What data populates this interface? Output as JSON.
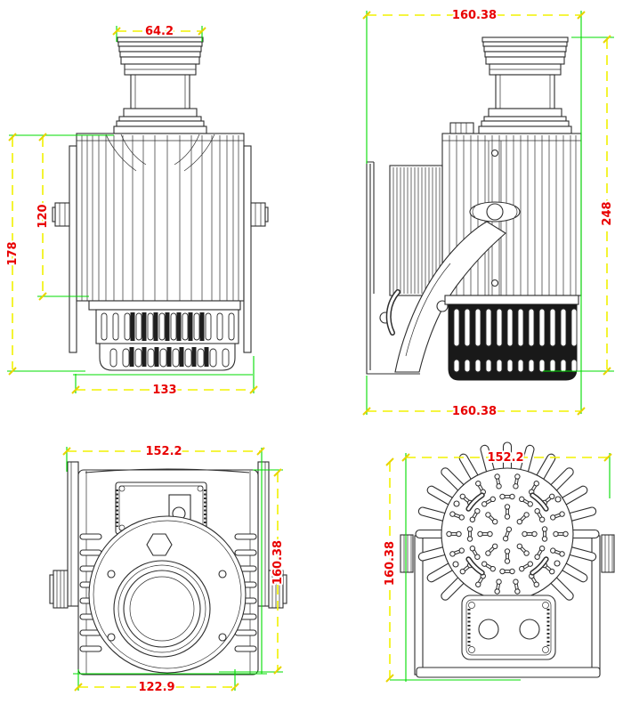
{
  "drawing": {
    "colors": {
      "background": "#ffffff",
      "linework": "#2e2e2e",
      "dimension_text": "#e80000",
      "dimension_line": "#f2f200",
      "extension_line": "#00dd00"
    },
    "views": {
      "front": {
        "lens_width": "64.2",
        "inner_height": "120",
        "overall_height": "178",
        "base_width": "133"
      },
      "side": {
        "top_width": "160.38",
        "overall_height": "248",
        "bottom_width": "160.38"
      },
      "face": {
        "width": "152.2",
        "height": "160.38",
        "bottom_width": "122.9"
      },
      "rear": {
        "width": "152.2",
        "height": "160.38"
      }
    }
  }
}
